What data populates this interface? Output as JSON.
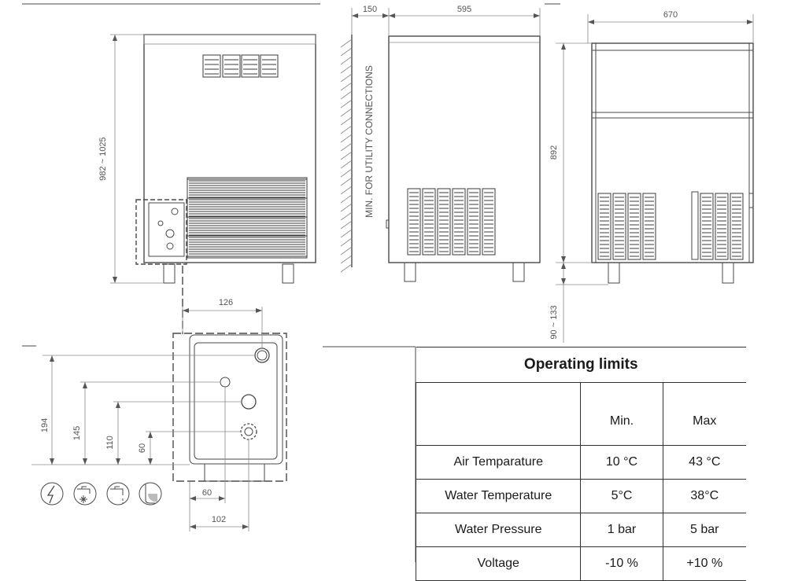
{
  "dimensions": {
    "total_height_range": "982 ~ 1025",
    "wall_clearance": "150",
    "depth": "595",
    "width": "670",
    "body_height": "892",
    "leg_height_range": "90 ~ 133",
    "connector_offset_top": "126",
    "connector_heights": [
      "194",
      "145",
      "110",
      "60"
    ],
    "connector_offsets_bottom": [
      "60",
      "102"
    ],
    "wall_label": "MIN. FOR UTILITY CONNECTIONS"
  },
  "connection_icons": [
    "electric-power-icon",
    "water-inlet-cold-icon",
    "water-inlet-icon",
    "drain-icon"
  ],
  "operating_limits": {
    "title": "Operating limits",
    "col_min": "Min.",
    "col_max": "Max",
    "rows": [
      {
        "label": "Air Temparature",
        "min": "10 °C",
        "max": "43 °C"
      },
      {
        "label": "Water Temperature",
        "min": "5°C",
        "max": "38°C"
      },
      {
        "label": "Water Pressure",
        "min": "1 bar",
        "max": "5 bar"
      },
      {
        "label": "Voltage",
        "min": "-10 %",
        "max": "+10 %"
      }
    ]
  }
}
